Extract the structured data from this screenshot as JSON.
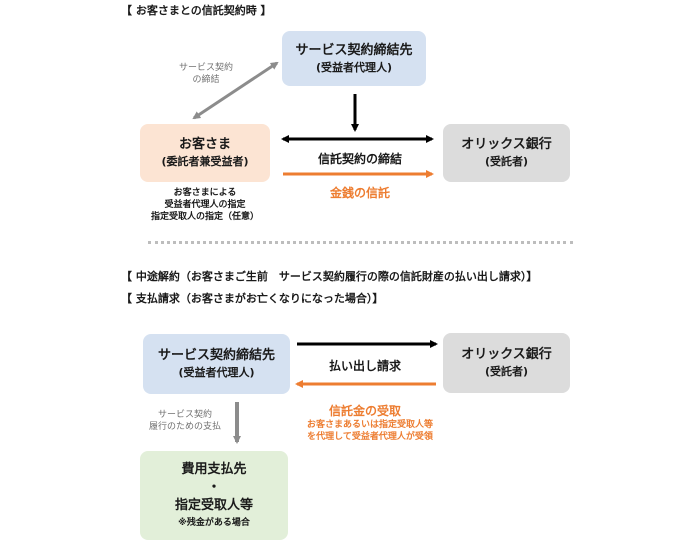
{
  "section1": {
    "header": "【 お客さまとの信託契約時 】",
    "service_box": {
      "title": "サービス契約締結先",
      "sub": "(受益者代理人)"
    },
    "customer_box": {
      "title": "お客さま",
      "sub": "(委託者兼受益者)"
    },
    "orix_box": {
      "title": "オリックス銀行",
      "sub": "(受託者)"
    },
    "service_contract_label": [
      "サービス契約",
      "の締結"
    ],
    "trust_contract_label": "信託契約の締結",
    "money_trust_label": "金銭の信託",
    "customer_note": [
      "お客さまによる",
      "受益者代理人の指定",
      "指定受取人の指定（任意）"
    ]
  },
  "section2": {
    "header1": "【 中途解約（お客さまご生前　サービス契約履行の際の信託財産の払い出し請求）】",
    "header2": "【 支払請求（お客さまがお亡くなりになった場合）】",
    "service_box": {
      "title": "サービス契約締結先",
      "sub": "(受益者代理人)"
    },
    "orix_box": {
      "title": "オリックス銀行",
      "sub": "(受託者)"
    },
    "payout_label": "払い出し請求",
    "receive_label": "信託金の受取",
    "receive_note": [
      "お客さまあるいは指定受取人等",
      "を代理して受益者代理人が受領"
    ],
    "service_exec_label": [
      "サービス契約",
      "履行のための支払"
    ],
    "payee_box": {
      "title": "費用支払先",
      "dot": "・",
      "title2": "指定受取人等",
      "note": "※残金がある場合"
    }
  },
  "colors": {
    "orange": "#ed7d31",
    "black": "#000000",
    "gray": "#8c8c8c"
  }
}
